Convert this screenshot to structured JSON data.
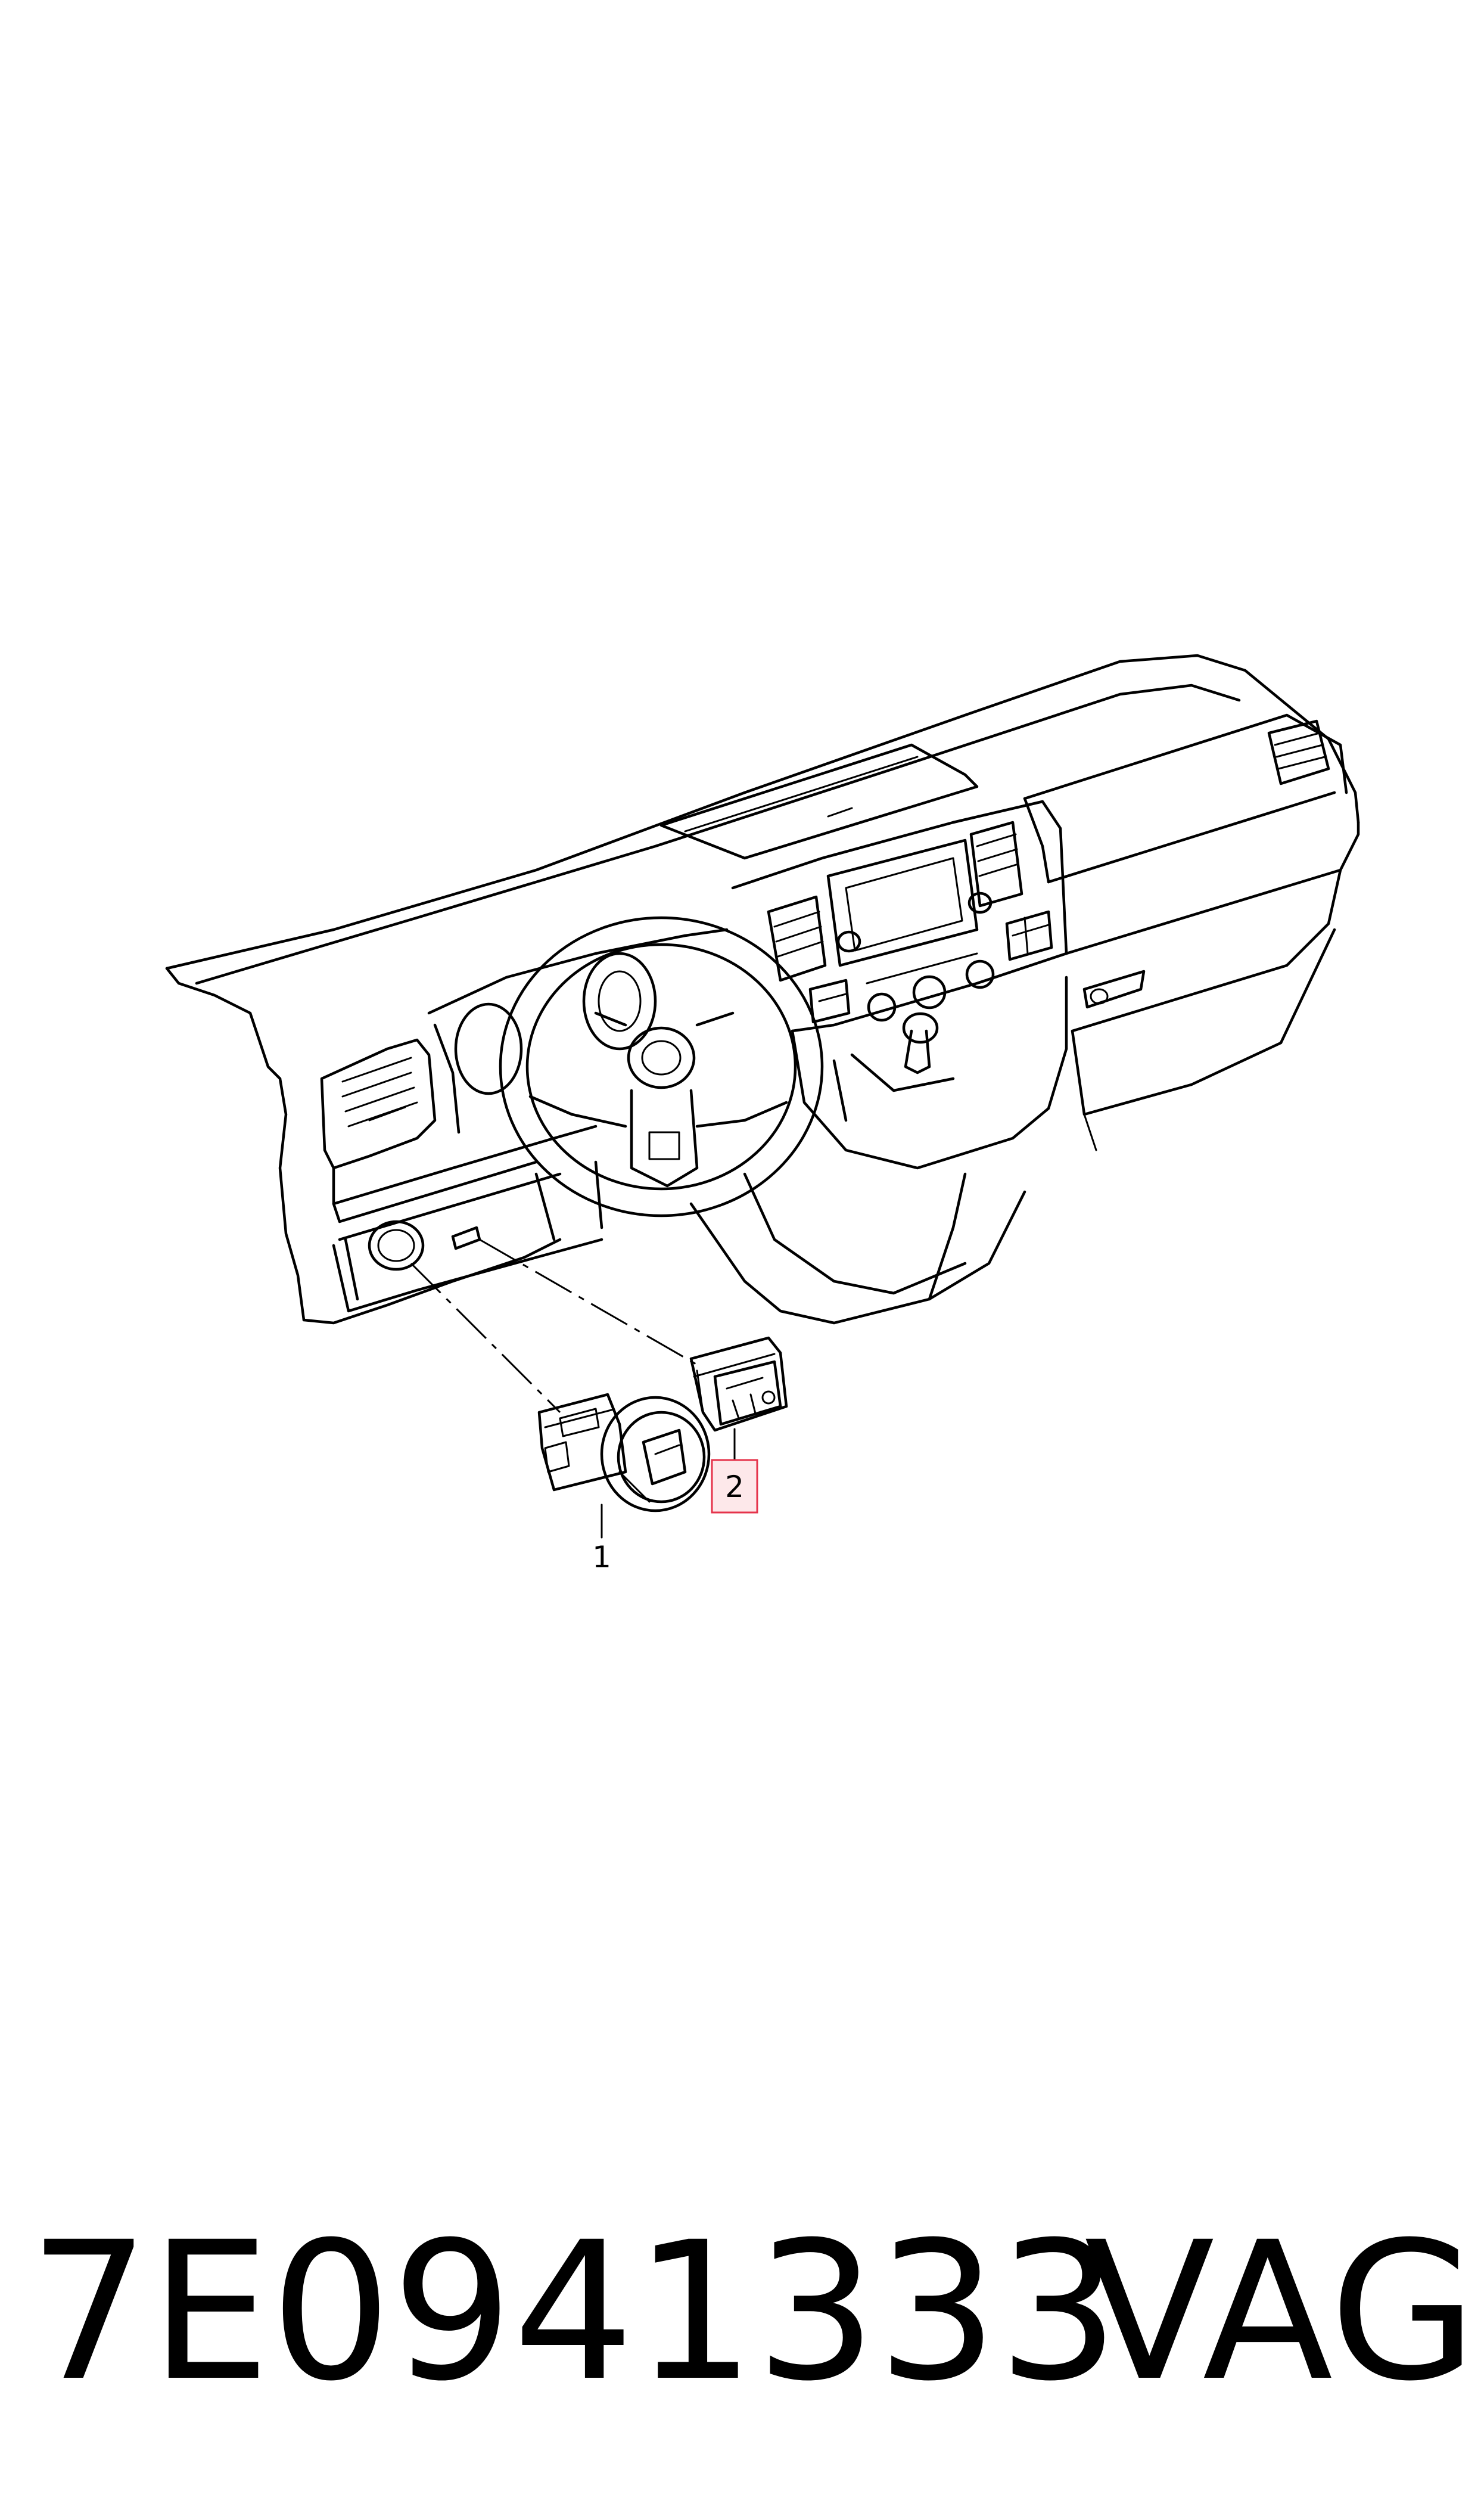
{
  "diagram": {
    "callouts": [
      {
        "label": "1",
        "highlighted": false
      },
      {
        "label": "2",
        "highlighted": true
      }
    ],
    "highlight_color": "#e5334b",
    "highlight_fill": "#fde8ea"
  },
  "footer": {
    "part_number": "7E0941333",
    "brand": "VAG"
  }
}
